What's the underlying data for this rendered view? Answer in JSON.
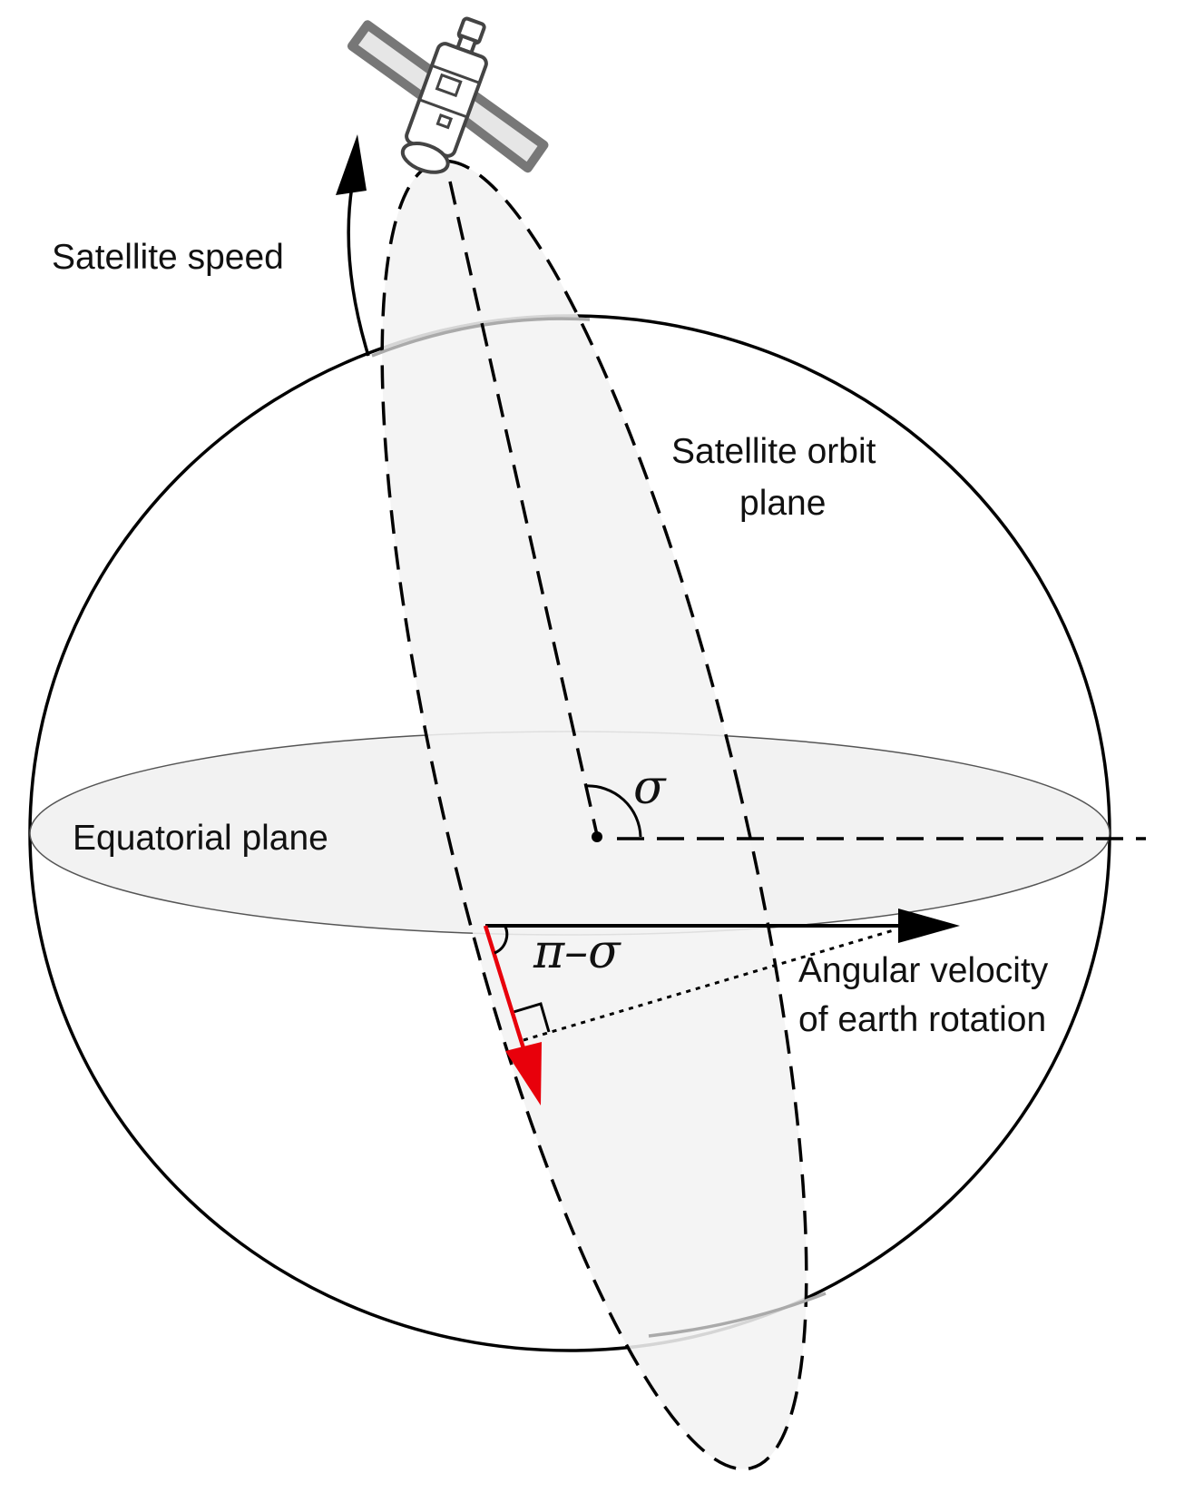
{
  "labels": {
    "satellite_speed": "Satellite speed",
    "orbit_plane_line1": "Satellite orbit",
    "orbit_plane_line2": "plane",
    "equatorial_plane": "Equatorial plane",
    "sigma": "σ",
    "pi_minus_sigma": "π–σ",
    "angular_velocity_line1": "Angular velocity",
    "angular_velocity_line2": "of  earth rotation"
  },
  "colors": {
    "outline": "#000000",
    "plane_fill": "#f2f2f2",
    "satellite_gray": "#888888",
    "velocity_component": "#e8000b"
  }
}
